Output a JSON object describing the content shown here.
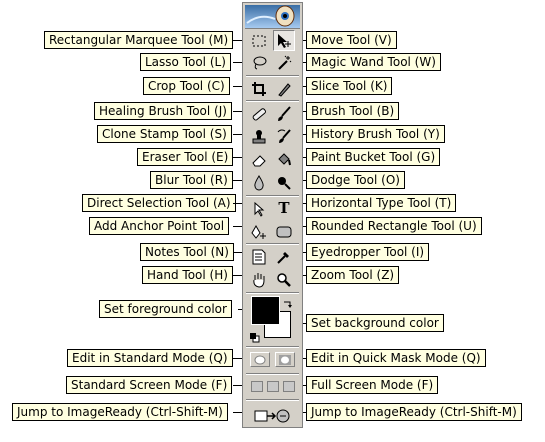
{
  "labels": {
    "left": {
      "marquee": "Rectangular Marquee Tool (M)",
      "lasso": "Lasso Tool (L)",
      "crop": "Crop Tool (C)",
      "healing": "Healing Brush Tool (J)",
      "clone": "Clone Stamp Tool (S)",
      "eraser": "Eraser Tool (E)",
      "blur": "Blur Tool (R)",
      "direct_select": "Direct Selection Tool (A)",
      "anchor": "Add Anchor Point Tool",
      "notes": "Notes Tool (N)",
      "hand": "Hand Tool (H)",
      "fg_color": "Set foreground color",
      "std_mode": "Edit in Standard Mode (Q)",
      "std_screen": "Standard Screen Mode (F)",
      "jump_left": "Jump to ImageReady (Ctrl-Shift-M)"
    },
    "right": {
      "move": "Move Tool (V)",
      "magic_wand": "Magic Wand Tool (W)",
      "slice": "Slice Tool (K)",
      "brush": "Brush Tool (B)",
      "history": "History Brush Tool (Y)",
      "bucket": "Paint Bucket Tool (G)",
      "dodge": "Dodge Tool (O)",
      "type": "Horizontal Type Tool (T)",
      "rounded_rect": "Rounded Rectangle Tool (U)",
      "eyedropper": "Eyedropper Tool (I)",
      "zoom": "Zoom Tool (Z)",
      "bg_color": "Set background color",
      "quick_mask": "Edit in Quick Mask Mode (Q)",
      "full_screen": "Full Screen Mode (F)",
      "jump_right": "Jump to ImageReady (Ctrl-Shift-M)"
    }
  },
  "glyphs": {
    "type_tool": "T"
  },
  "icons": {
    "marquee": "marquee-icon",
    "move": "move-icon",
    "lasso": "lasso-icon",
    "magic_wand": "magic-wand-icon",
    "crop": "crop-icon",
    "slice": "slice-icon",
    "healing": "bandage-icon",
    "brush": "brush-icon",
    "clone": "stamp-icon",
    "history": "history-brush-icon",
    "eraser": "eraser-icon",
    "bucket": "paint-bucket-icon",
    "blur": "droplet-icon",
    "dodge": "dodge-icon",
    "direct_select": "arrow-icon",
    "type": "type-icon",
    "anchor": "pen-plus-icon",
    "rounded_rect": "rounded-rect-icon",
    "notes": "notes-icon",
    "eyedropper": "eyedropper-icon",
    "hand": "hand-icon",
    "zoom": "magnifier-icon",
    "jump": "imageready-icon"
  },
  "colors": {
    "foreground": "#000000",
    "background": "#ffffff",
    "callout": "#ffffe1",
    "toolbox": "#d4d0c8"
  }
}
